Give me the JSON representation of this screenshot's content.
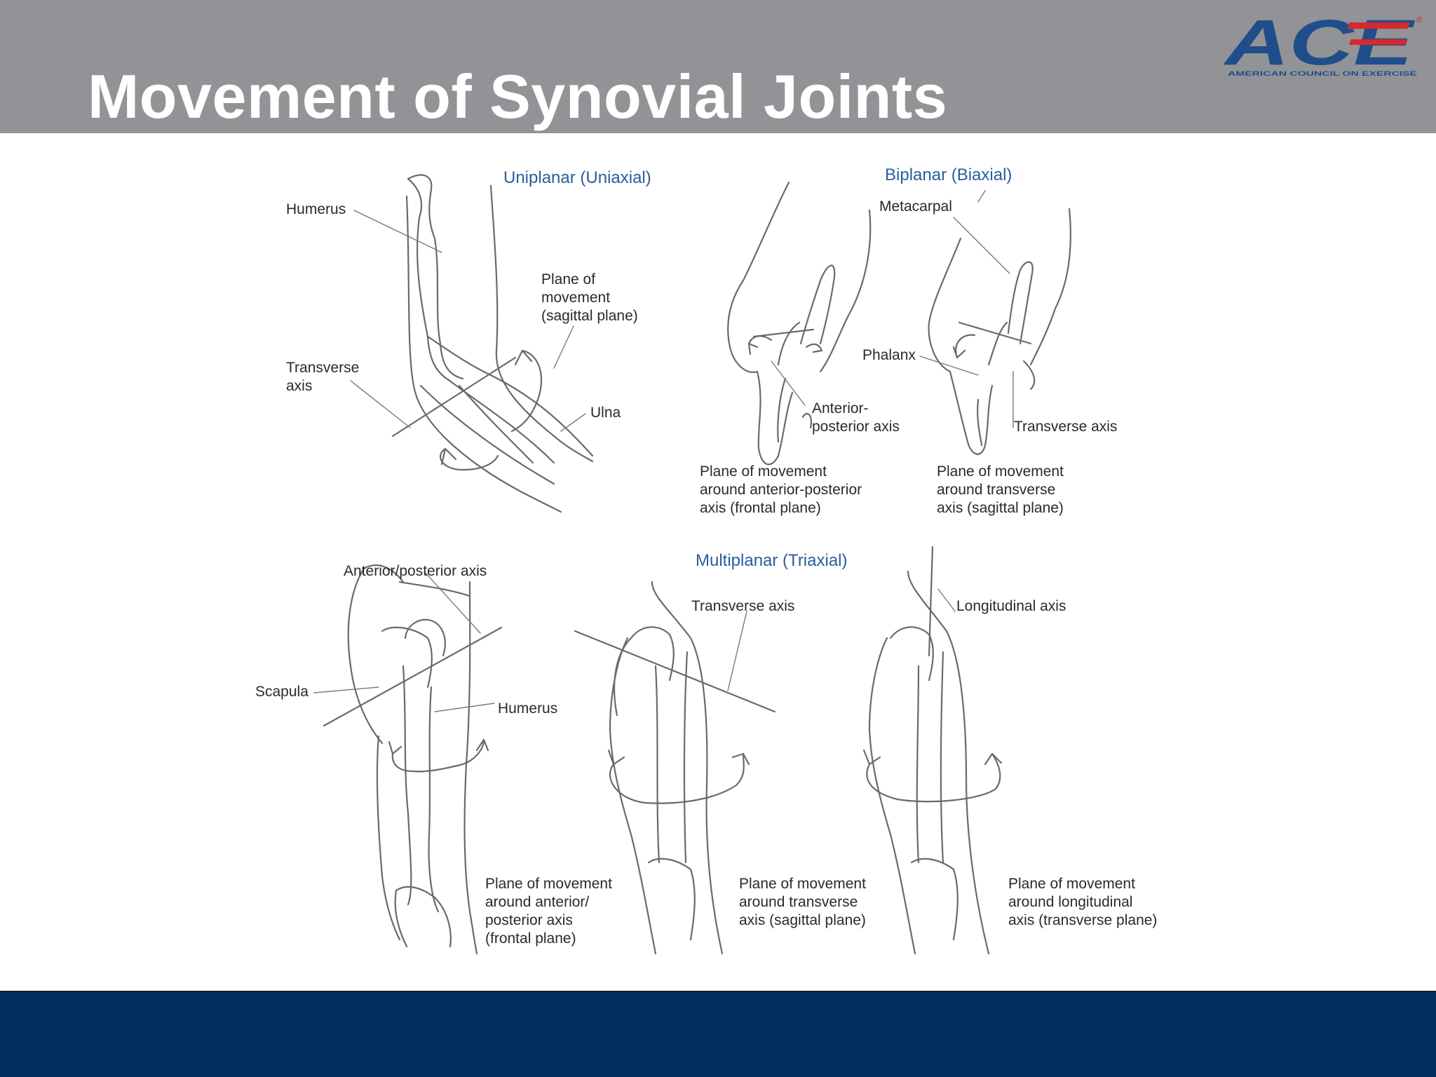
{
  "slide": {
    "title": "Movement of Synovial Joints",
    "colors": {
      "header": "#929396",
      "footer": "#032f5e",
      "logo_blue": "#1f4e8a",
      "logo_red": "#d6282e",
      "section_label": "#2b5d9c"
    }
  },
  "logo": {
    "text": "ACE",
    "tagline": "AMERICAN COUNCIL ON EXERCISE",
    "registered_mark": "®"
  },
  "uniplanar": {
    "heading": "Uniplanar (Uniaxial)",
    "humerus": "Humerus",
    "plane_of_movement": "Plane of\nmovement\n(sagittal plane)",
    "transverse_axis": "Transverse\naxis",
    "ulna": "Ulna"
  },
  "biplanar": {
    "heading": "Biplanar (Biaxial)",
    "metacarpal": "Metacarpal",
    "phalanx": "Phalanx",
    "anterior_posterior_axis": "Anterior-\nposterior axis",
    "transverse_axis": "Transverse axis",
    "caption_left": "Plane of movement\naround anterior-posterior\naxis (frontal plane)",
    "caption_right": "Plane of movement\naround transverse\naxis (sagittal plane)"
  },
  "multiplanar": {
    "heading": "Multiplanar (Triaxial)",
    "anterior_posterior_axis": "Anterior/posterior axis",
    "scapula": "Scapula",
    "humerus": "Humerus",
    "transverse_axis": "Transverse axis",
    "longitudinal_axis": "Longitudinal axis",
    "caption_left": "Plane of movement\naround anterior/\nposterior axis\n(frontal plane)",
    "caption_middle": "Plane of movement\naround transverse\naxis (sagittal plane)",
    "caption_right": "Plane of movement\naround longitudinal\naxis (transverse plane)"
  }
}
